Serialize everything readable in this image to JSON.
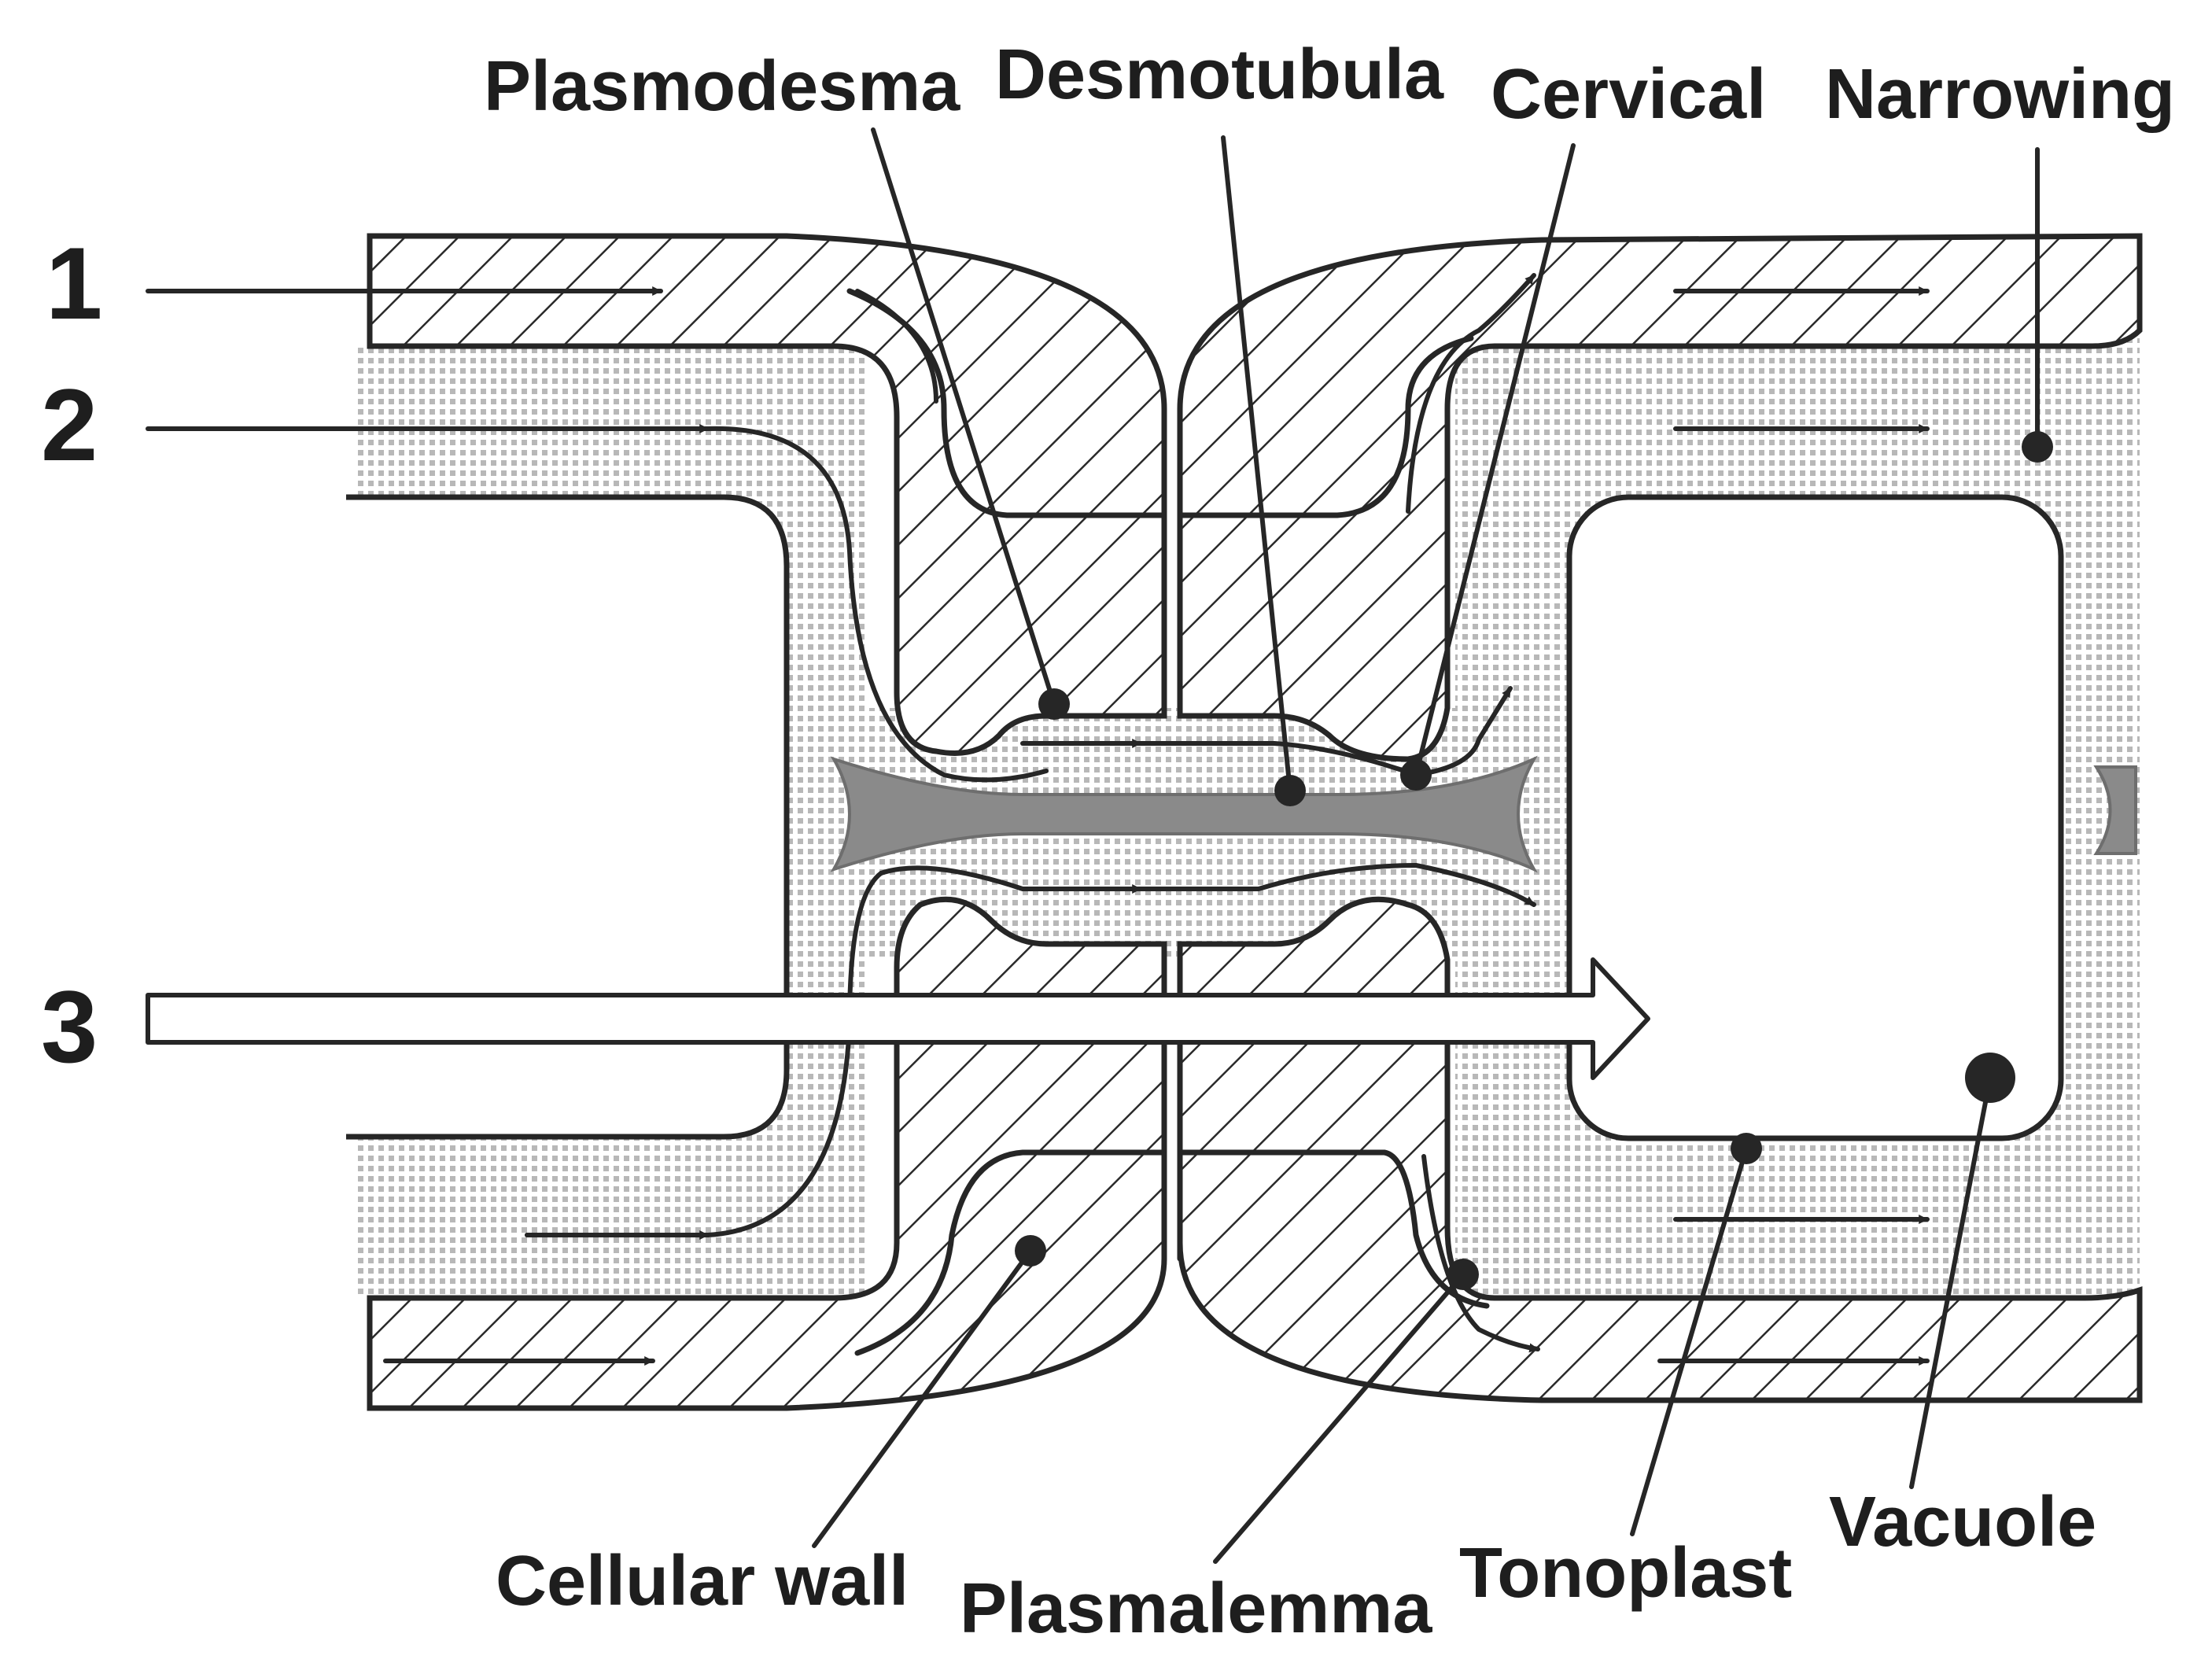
{
  "diagram": {
    "labels_top": {
      "plasmodesma": "Plasmodesma",
      "desmotubula": "Desmotubula",
      "cervical": "Cervical",
      "narrowing": "Narrowing"
    },
    "labels_bottom": {
      "cellular_wall": "Cellular wall",
      "plasmalemma": "Plasmalemma",
      "tonoplast": "Tonoplast",
      "vacuole": "Vacuole"
    },
    "pathways": [
      "1",
      "2",
      "3"
    ]
  }
}
